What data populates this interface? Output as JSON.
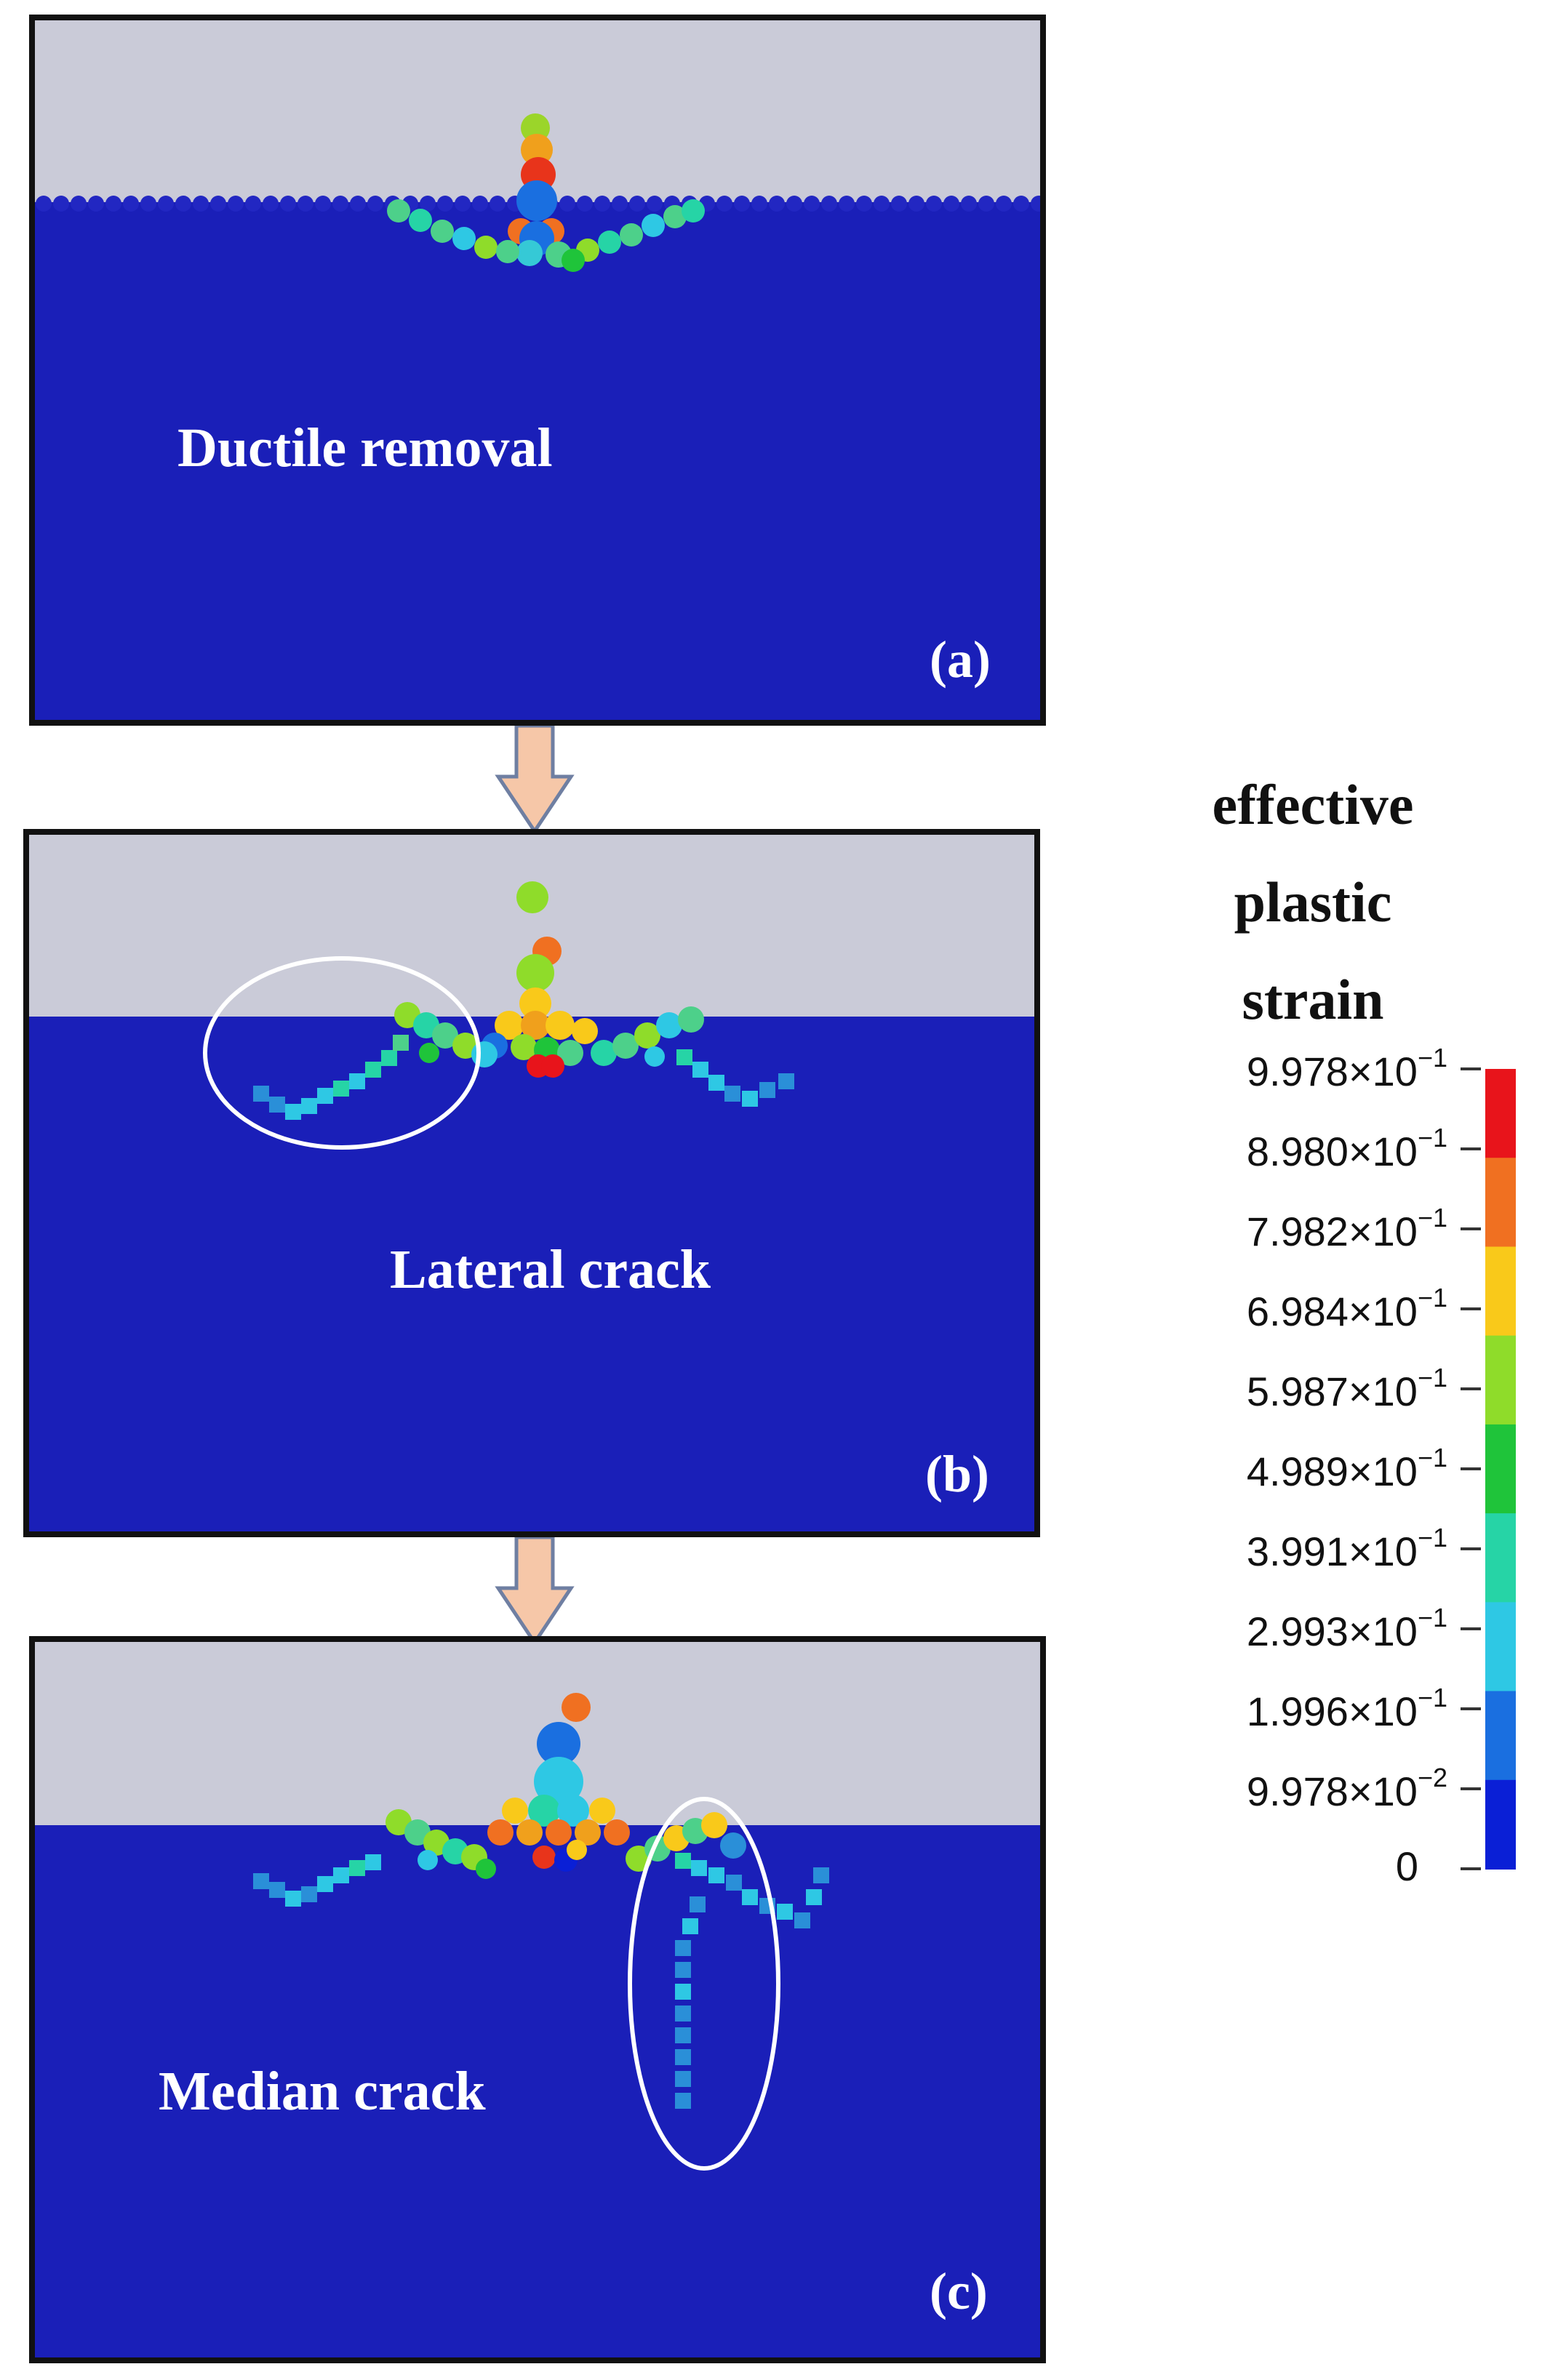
{
  "panels": [
    {
      "caption": "Ductile removal",
      "tag": "(a)"
    },
    {
      "caption": "Lateral crack",
      "tag": "(b)"
    },
    {
      "caption": "Median crack",
      "tag": "(c)"
    }
  ],
  "legend": {
    "title_line1": "effective",
    "title_line2": "plastic",
    "title_line3": "strain",
    "ticks": [
      {
        "mantissa": "9.978",
        "exp": "−1"
      },
      {
        "mantissa": "8.980",
        "exp": "−1"
      },
      {
        "mantissa": "7.982",
        "exp": "−1"
      },
      {
        "mantissa": "6.984",
        "exp": "−1"
      },
      {
        "mantissa": "5.987",
        "exp": "−1"
      },
      {
        "mantissa": "4.989",
        "exp": "−1"
      },
      {
        "mantissa": "3.991",
        "exp": "−1"
      },
      {
        "mantissa": "2.993",
        "exp": "−1"
      },
      {
        "mantissa": "1.996",
        "exp": "−1"
      },
      {
        "mantissa": "9.978",
        "exp": "−2"
      },
      {
        "mantissa": "0",
        "exp": ""
      }
    ],
    "times_sign": "×10",
    "colors": [
      "#e8141b",
      "#f07021",
      "#f9c91a",
      "#8fdc2a",
      "#1fc43a",
      "#26d4a6",
      "#2ec8e4",
      "#1a6fe0",
      "#0a1fd6"
    ]
  },
  "colors": {
    "material": "#1a1fb8",
    "air": "#cacbd8",
    "arrow_fill": "#f6c7a8",
    "arrow_stroke": "#6f7fa2"
  }
}
